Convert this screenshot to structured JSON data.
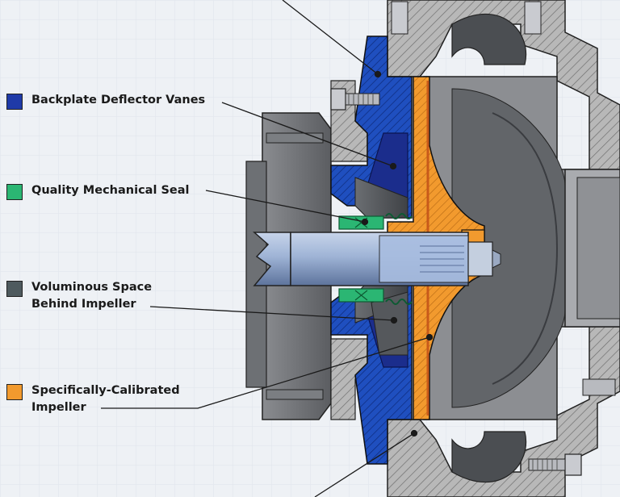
{
  "legend": {
    "items": [
      {
        "label": "Backplate Deflector Vanes",
        "color": "#1f3aa8"
      },
      {
        "label": "Quality Mechanical Seal",
        "color": "#2bb673"
      },
      {
        "label": "Voluminous Space\nBehind Impeller",
        "color": "#4e5a5e"
      },
      {
        "label": "Specifically-Calibrated\nImpeller",
        "color": "#f29a2e"
      }
    ]
  },
  "palette": {
    "backplate": "#1f4fbf",
    "impeller": "#f29a2e",
    "housing": "#b9b9b9",
    "housing_dark": "#5a5c60",
    "shaft": "#8fa6c8",
    "seal": "#2bb673",
    "background": "#eef1f5"
  }
}
